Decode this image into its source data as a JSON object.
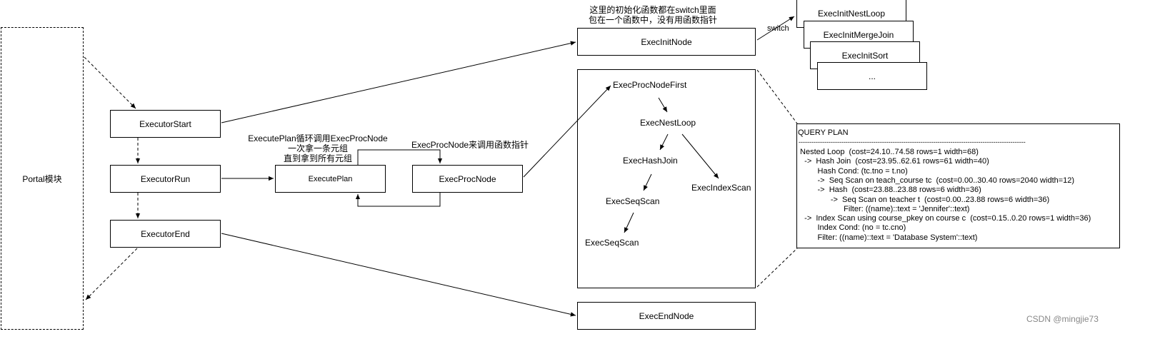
{
  "nodes": {
    "portal": "Portal模块",
    "executor_start": "ExecutorStart",
    "executor_run": "ExecutorRun",
    "executor_end": "ExecutorEnd",
    "execute_plan": "ExecutePlan",
    "exec_proc_node": "ExecProcNode",
    "exec_init_node": "ExecInitNode",
    "exec_end_node": "ExecEndNode",
    "init_stack": [
      "ExecInitNestLoop",
      "ExecInitMergeJoin",
      "ExecInitSort",
      "..."
    ],
    "proc_tree": {
      "first": "ExecProcNodeFirst",
      "nest_loop": "ExecNestLoop",
      "hash_join": "ExecHashJoin",
      "index_scan": "ExecIndexScan",
      "seq_scan_1": "ExecSeqScan",
      "seq_scan_2": "ExecSeqScan"
    }
  },
  "annotations": {
    "init_note_line1": "这里的初始化函数都在switch里面",
    "init_note_line2": "包在一个函数中，没有用函数指针",
    "switch_label": "switch",
    "execute_plan_line1": "ExecutePlan循环调用ExecProcNode",
    "execute_plan_line2": "一次拿一条元组",
    "execute_plan_line3": "直到拿到所有元组",
    "proc_node_note": "ExecProcNode来调用函数指针"
  },
  "query_plan": {
    "title": "QUERY PLAN",
    "separator": "------------------------------------------------------------------------------------------------------------------------------------------------------------",
    "lines": [
      " Nested Loop  (cost=24.10..74.58 rows=1 width=68)",
      "   ->  Hash Join  (cost=23.95..62.61 rows=61 width=40)",
      "         Hash Cond: (tc.tno = t.no)",
      "         ->  Seq Scan on teach_course tc  (cost=0.00..30.40 rows=2040 width=12)",
      "         ->  Hash  (cost=23.88..23.88 rows=6 width=36)",
      "               ->  Seq Scan on teacher t  (cost=0.00..23.88 rows=6 width=36)",
      "                     Filter: ((name)::text = 'Jennifer'::text)",
      "   ->  Index Scan using course_pkey on course c  (cost=0.15..0.20 rows=1 width=36)",
      "         Index Cond: (no = tc.cno)",
      "         Filter: ((name)::text = 'Database System'::text)"
    ]
  },
  "watermark": "CSDN @mingjie73"
}
